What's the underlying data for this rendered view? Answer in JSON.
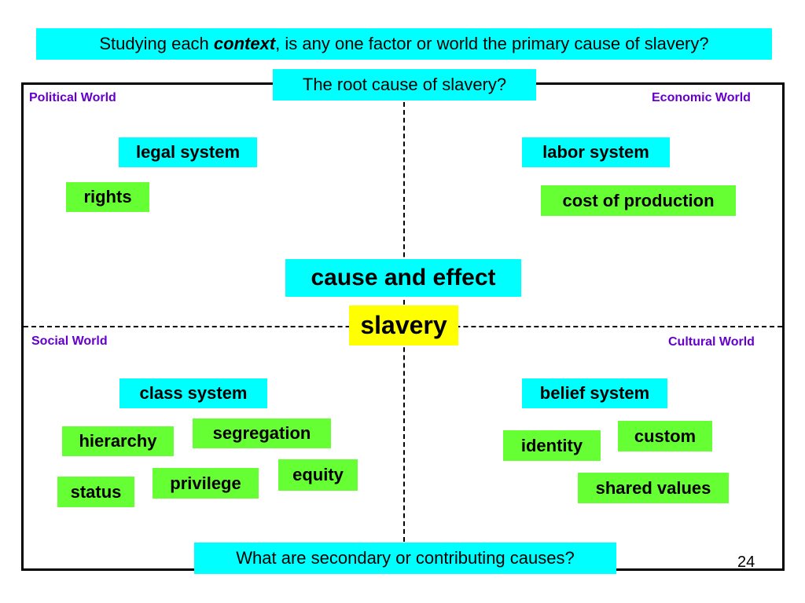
{
  "headline": {
    "before": "Studying each ",
    "emphasis": "context",
    "after": ", is any one factor or world the primary cause of slavery?"
  },
  "root_question": "The root cause of slavery?",
  "secondary_question": "What are secondary or contributing causes?",
  "center": {
    "cause_label": "cause and effect",
    "slavery_label": "slavery"
  },
  "worlds": {
    "political": "Political World",
    "economic": "Economic World",
    "social": "Social World",
    "cultural": "Cultural World"
  },
  "political_items": {
    "primary": "legal system",
    "rights": "rights"
  },
  "economic_items": {
    "primary": "labor system",
    "cost": "cost of production"
  },
  "social_items": {
    "primary": "class system",
    "hierarchy": "hierarchy",
    "segregation": "segregation",
    "status": "status",
    "privilege": "privilege",
    "equity": "equity"
  },
  "cultural_items": {
    "primary": "belief system",
    "identity": "identity",
    "custom": "custom",
    "shared_values": "shared values"
  },
  "page_number": "24",
  "colors": {
    "cyan": "#00ffff",
    "green": "#66ff33",
    "yellow": "#ffff00",
    "world_label": "#6600cc"
  }
}
